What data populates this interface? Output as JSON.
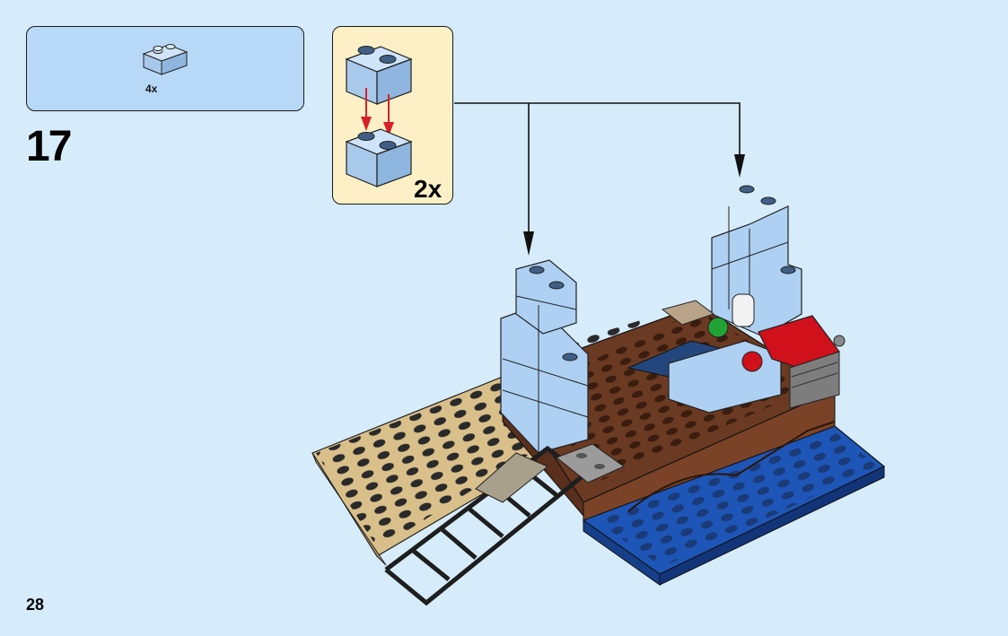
{
  "step": {
    "number": "17",
    "parts_callout": {
      "quantity": "4x",
      "part": "light-blue-1x2-brick"
    },
    "subassembly": {
      "multiplier": "2x"
    }
  },
  "page": {
    "number": "28"
  },
  "colors": {
    "background": "#d6ecfb",
    "parts_box": "#b7d8f7",
    "subassembly_box": "#fdf0c6",
    "light_blue_brick": "#aed0f2",
    "tan_plate": "#d9c08b",
    "reddish_brown": "#6b3a22",
    "blue_plate": "#1e56b8",
    "red_slope": "#d0101a",
    "arrow_red": "#d8202a"
  }
}
